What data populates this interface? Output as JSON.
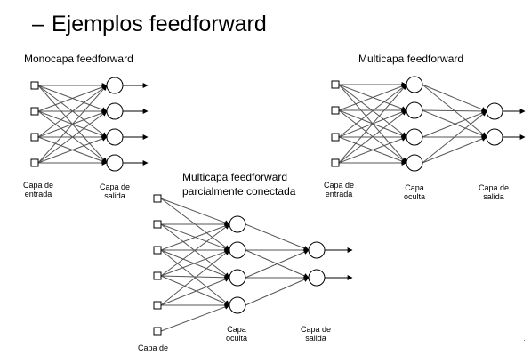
{
  "slide": {
    "title_dash": "–",
    "title": "Ejemplos feedforward"
  },
  "diagrams": {
    "mono": {
      "title": "Monocapa feedforward",
      "input_label": [
        "Capa de",
        "entrada"
      ],
      "output_label": [
        "Capa de",
        "salida"
      ]
    },
    "multi": {
      "title": "Multicapa feedforward",
      "input_label": [
        "Capa de",
        "entrada"
      ],
      "hidden_label": [
        "Capa",
        "oculta"
      ],
      "output_label": [
        "Capa de",
        "salida"
      ]
    },
    "partial": {
      "title_lines": [
        "Multicapa feedforward",
        "parcialmente conectada"
      ],
      "input_label": [
        "Capa de"
      ],
      "hidden_label": [
        "Capa",
        "oculta"
      ],
      "output_label": [
        "Capa de",
        "salida"
      ]
    }
  },
  "colors": {
    "line": "#000000",
    "edge": "#555555"
  }
}
